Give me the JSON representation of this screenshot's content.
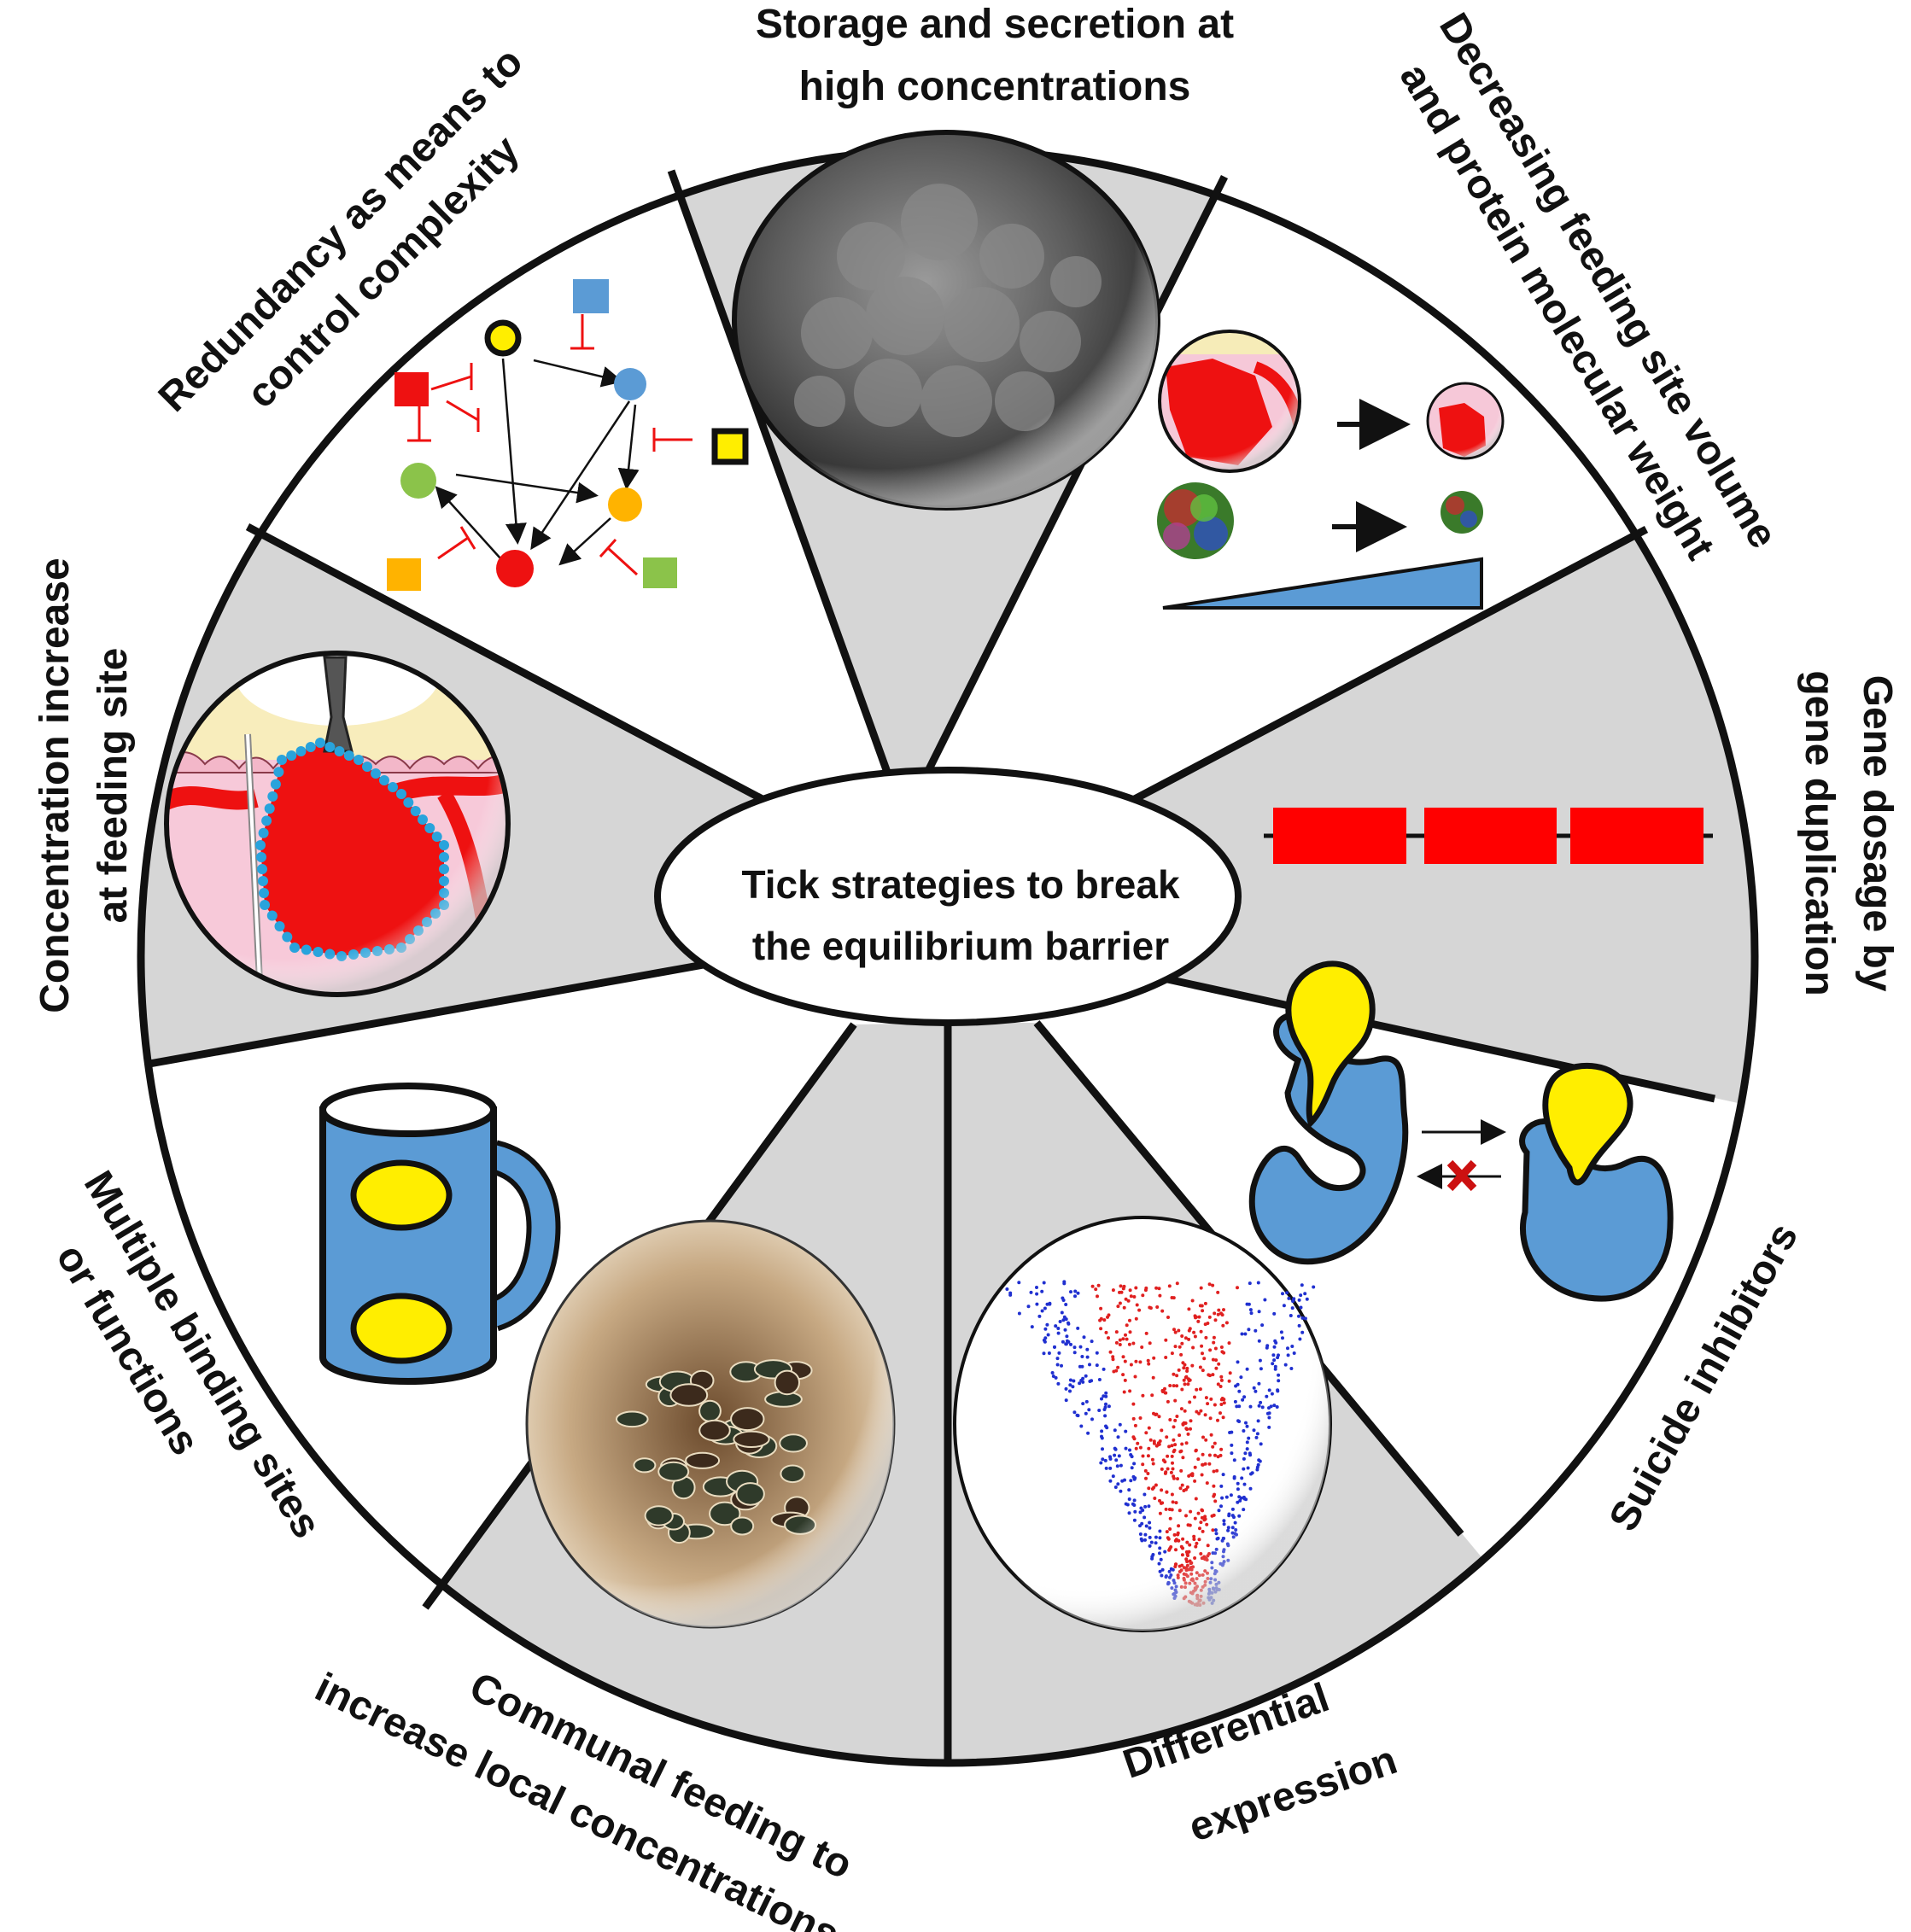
{
  "center": {
    "line1": "Tick strategies to break",
    "line2": "the equilibrium barrier"
  },
  "segments": [
    {
      "id": "storage",
      "lines": [
        "Storage and secretion at",
        "high concentrations"
      ],
      "icon": "micrograph-icon"
    },
    {
      "id": "decreasing",
      "lines": [
        "Decreasing feeding site volume",
        "and protein molecular weight"
      ],
      "icon": "shrink-arrow-icon"
    },
    {
      "id": "gene-dosage",
      "lines": [
        "Gene dosage by",
        "gene duplication"
      ],
      "icon": "gene-copies-icon"
    },
    {
      "id": "suicide",
      "lines": [
        "Suicide inhibitors"
      ],
      "icon": "enzyme-inhibitor-icon"
    },
    {
      "id": "differential",
      "lines": [
        "Differential",
        "expression"
      ],
      "icon": "volcano-plot-icon"
    },
    {
      "id": "communal",
      "lines": [
        "Communal feeding to",
        "increase local concentrations"
      ],
      "icon": "tick-cluster-icon"
    },
    {
      "id": "multiple",
      "lines": [
        "Multiple binding sites",
        "or functions"
      ],
      "icon": "mug-icon"
    },
    {
      "id": "concentration",
      "lines": [
        "Concentration increase",
        "at feeding site"
      ],
      "icon": "feeding-site-icon"
    },
    {
      "id": "redundancy",
      "lines": [
        "Redundancy as means to",
        "control complexity"
      ],
      "icon": "network-icon"
    }
  ],
  "colors": {
    "segment_gray": "#d6d6d6",
    "red": "#ee1111",
    "blue": "#5b9bd5",
    "yellow": "#ffee00",
    "green": "#8bc34a",
    "orange": "#ffb300"
  }
}
